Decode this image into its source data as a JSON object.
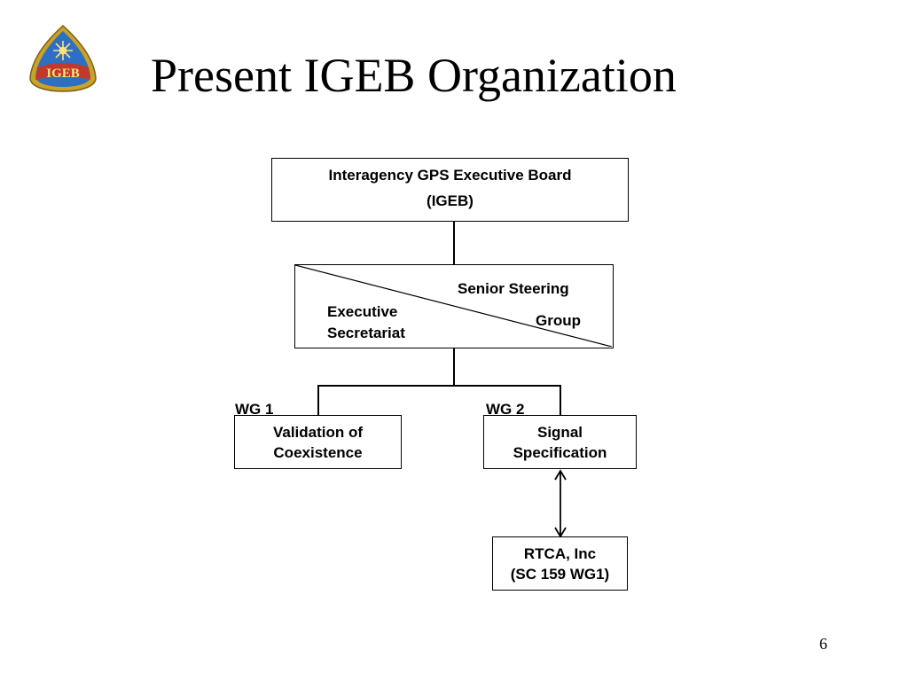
{
  "slide": {
    "title": "Present IGEB Organization",
    "page_number": "6",
    "logo_text": "IGEB"
  },
  "org": {
    "board_line1": "Interagency GPS Executive Board",
    "board_line2": "(IGEB)",
    "steering_line1": "Senior Steering",
    "steering_line2": "Group",
    "secretariat_line1": "Executive",
    "secretariat_line2": "Secretariat",
    "wg1_label": "WG 1",
    "wg1_line1": "Validation of",
    "wg1_line2": "Coexistence",
    "wg2_label": "WG 2",
    "wg2_line1": "Signal",
    "wg2_line2": "Specification",
    "rtca_line1": "RTCA, Inc",
    "rtca_line2": "(SC 159 WG1)"
  },
  "colors": {
    "logo_border": "#c9a227",
    "logo_sky": "#2f6fc2",
    "logo_band": "#c0392b"
  }
}
